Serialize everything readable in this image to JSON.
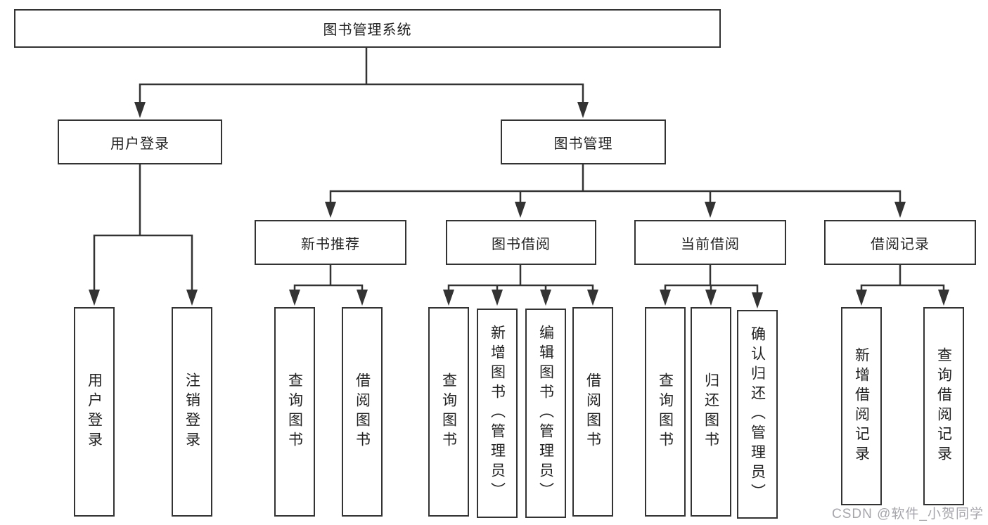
{
  "diagram": {
    "type": "hierarchy-tree",
    "line_color": "#333333",
    "box_border_color": "#333333",
    "text_color": "#222222",
    "background_color": "#ffffff"
  },
  "tree": {
    "root": {
      "label": "图书管理系统",
      "children": [
        {
          "label": "用户登录",
          "children": [
            {
              "label": "用户登录"
            },
            {
              "label": "注销登录"
            }
          ]
        },
        {
          "label": "图书管理",
          "children": [
            {
              "label": "新书推荐",
              "children": [
                {
                  "label": "查询图书"
                },
                {
                  "label": "借阅图书"
                }
              ]
            },
            {
              "label": "图书借阅",
              "children": [
                {
                  "label": "查询图书"
                },
                {
                  "label": "新增图书（管理员）"
                },
                {
                  "label": "编辑图书（管理员）"
                },
                {
                  "label": "借阅图书"
                }
              ]
            },
            {
              "label": "当前借阅",
              "children": [
                {
                  "label": "查询图书"
                },
                {
                  "label": "归还图书"
                },
                {
                  "label": "确认归还（管理员）"
                }
              ]
            },
            {
              "label": "借阅记录",
              "children": [
                {
                  "label": "新增借阅记录"
                },
                {
                  "label": "查询借阅记录"
                }
              ]
            }
          ]
        }
      ]
    }
  },
  "watermark": {
    "text": "CSDN @软件_小贺同学",
    "color": "#9c9ca2"
  }
}
